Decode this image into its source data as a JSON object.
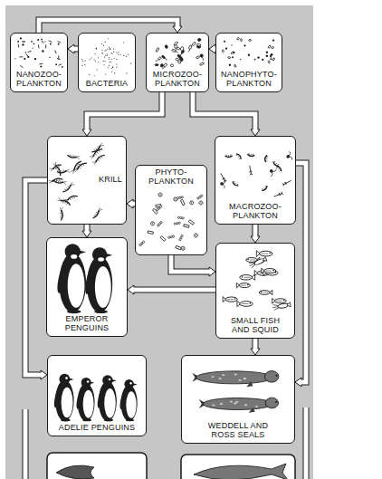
{
  "diagram": {
    "nodes": [
      {
        "text": [
          "NANOZOO- PLANKTON"
        ]
      },
      {
        "text": [
          "BACTERIA"
        ]
      },
      {
        "text": [
          "MICROZOO- PLANKTON"
        ]
      },
      {
        "text": [
          "NANOPHYTO- PLANKTON"
        ]
      },
      {
        "text": [
          "KRILL"
        ]
      },
      {
        "text": [
          "PHYTO- PLANKTON"
        ]
      },
      {
        "text": [
          "MACROZOO- PLANKTON"
        ]
      },
      {
        "text": [
          "EMPEROR PENGUINS"
        ]
      },
      {
        "text": [
          "SMALL FISH AND SQUID"
        ]
      },
      {
        "text": [
          "ADELIE PENGUINS"
        ]
      },
      {
        "text": [
          "WEDDELL AND ROSS SEALS"
        ]
      }
    ],
    "edges": [
      {
        "from": 1,
        "to": 0,
        "arrow": "to"
      },
      {
        "from": 0,
        "to": 2,
        "arrow": "to"
      },
      {
        "from": 3,
        "to": 2,
        "arrow": "to"
      },
      {
        "from": 2,
        "to": 4,
        "arrow": "to"
      },
      {
        "from": 2,
        "to": 6,
        "arrow": "to"
      },
      {
        "from": 4,
        "to": 7,
        "arrow": "to"
      },
      {
        "from": 4,
        "to": 9,
        "arrow": "to"
      },
      {
        "from": 5,
        "to": 4,
        "arrow": "to"
      },
      {
        "from": 5,
        "to": 8,
        "arrow": "to"
      },
      {
        "from": 6,
        "to": 8,
        "arrow": "to"
      },
      {
        "from": 8,
        "to": 7,
        "arrow": "to"
      },
      {
        "from": 8,
        "to": 10,
        "arrow": "to"
      },
      {
        "from": 6,
        "to": 10,
        "arrow": "to"
      }
    ]
  }
}
